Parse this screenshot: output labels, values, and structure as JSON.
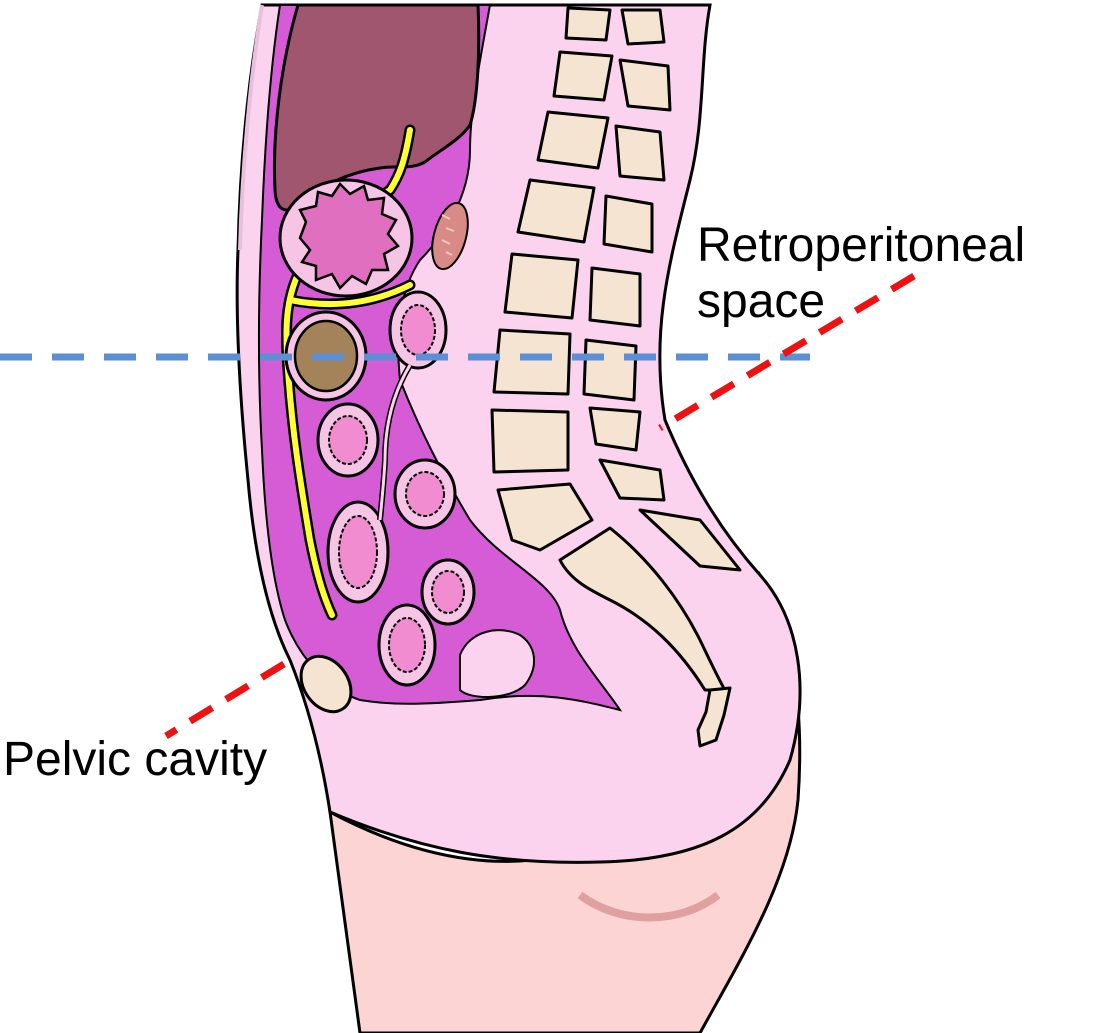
{
  "labels": {
    "retroperitoneal_line1": "Retroperitoneal",
    "retroperitoneal_line2": "space",
    "pelvic": "Pelvic cavity"
  },
  "colors": {
    "background": "#ffffff",
    "body_skin": "#fbd3ef",
    "buttock_skin": "#fcd4d4",
    "buttock_fold": "#e8a8a8",
    "peritoneal_cavity": "#d65cd6",
    "liver": "#a0566e",
    "mesentery": "#ffff33",
    "bowel_fill": "#f08ccf",
    "bowel_wall": "#f6c4e4",
    "bowel_contents": "#a5835a",
    "vertebra": "#f6e4d2",
    "kidney": "#d78a86",
    "dashed_blue": "#5b8fd6",
    "dashed_red": "#ee1111",
    "outline": "#000000"
  }
}
